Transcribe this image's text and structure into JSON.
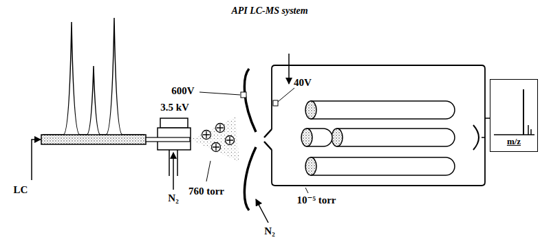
{
  "diagram": {
    "title": "API LC-MS system",
    "nodes": [
      {
        "text": [
          "m/z"
        ]
      }
    ],
    "edges": [],
    "labels": [
      "LC",
      "3.5 kV",
      "600V",
      "40V",
      "760 torr",
      "N₂",
      "N₂",
      "10⁻⁵ torr"
    ]
  }
}
